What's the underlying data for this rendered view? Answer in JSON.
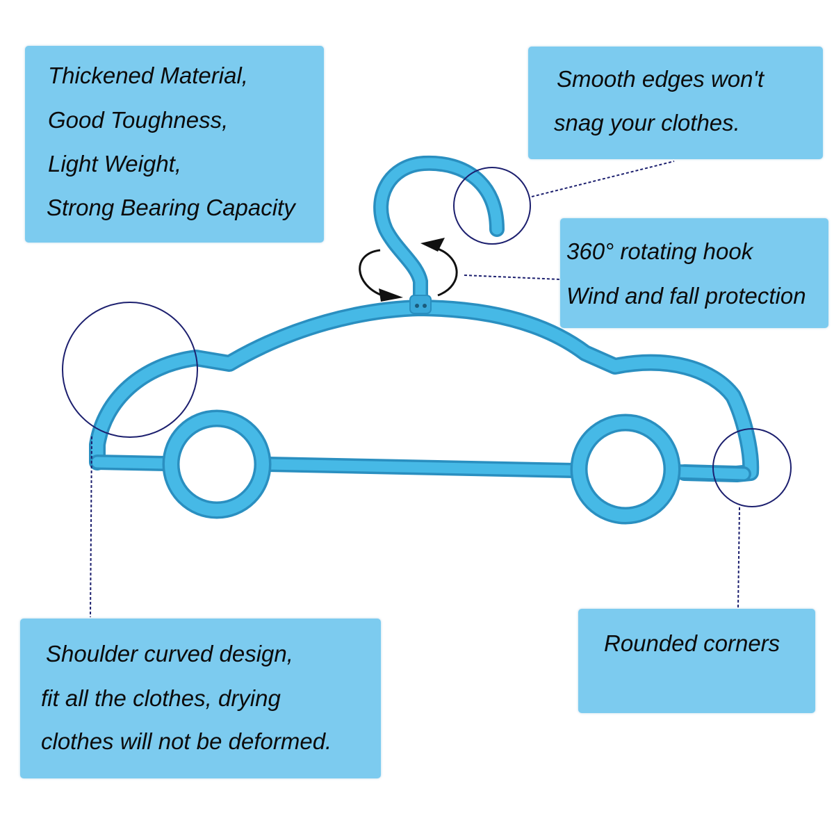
{
  "callouts": {
    "material": {
      "lines": [
        "Thickened Material,",
        "Good Toughness,",
        " Light Weight,",
        "Strong Bearing Capacity"
      ]
    },
    "smooth": {
      "lines": [
        "Smooth edges won't",
        "snag your clothes."
      ]
    },
    "hook": {
      "lines": [
        "360° rotating hook",
        "Wind and fall protection"
      ]
    },
    "shoulder": {
      "lines": [
        "Shoulder curved design,",
        "fit all the clothes, drying",
        "clothes will not be deformed."
      ]
    },
    "corners": {
      "lines": [
        "Rounded corners"
      ]
    }
  },
  "colors": {
    "callout_bg": "#7ccbef",
    "hanger_blue": "#3fb4e3",
    "hanger_edge": "#2a8fc0",
    "pointer_circle": "#1c1f6e",
    "text": "#0b0b0b"
  },
  "product": {
    "name": "car-shaped-clothes-hanger",
    "feature": "rotating-hook"
  }
}
